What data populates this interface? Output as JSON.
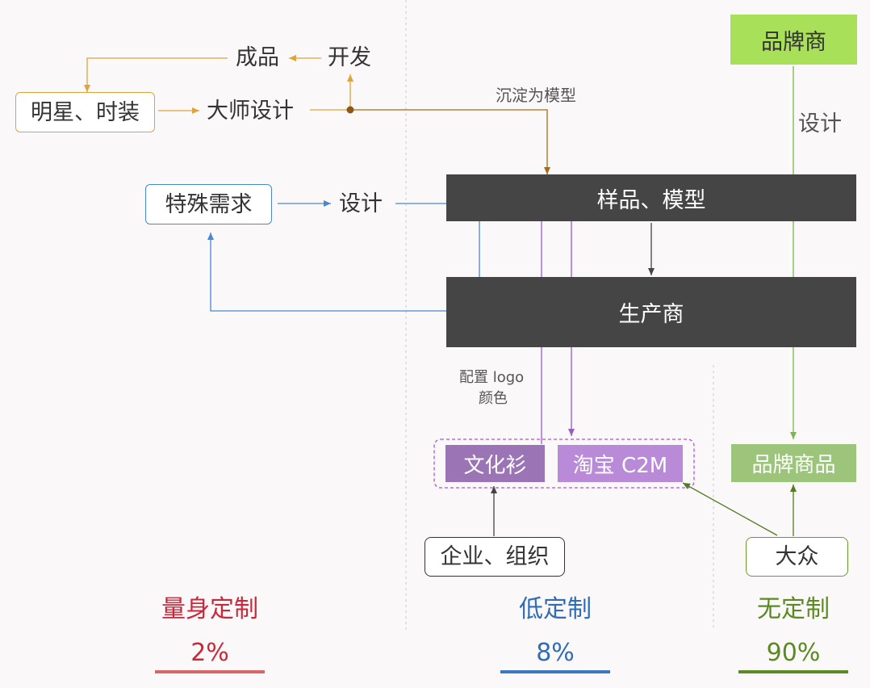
{
  "nodes": {
    "chengpin": "成品",
    "kaifa": "开发",
    "mingxing": "明星、时装",
    "dashi": "大师设计",
    "chendian": "沉淀为模型",
    "teshu": "特殊需求",
    "sheji_blue": "设计",
    "yangpin": "样品、模型",
    "shengchan": "生产商",
    "peizhi_line1": "配置 logo",
    "peizhi_line2": "颜色",
    "wenhuashan": "文化衫",
    "taobao": "淘宝 C2M",
    "qiye": "企业、组织",
    "pinpaishang": "品牌商",
    "sheji_green": "设计",
    "pinpaishangpin": "品牌商品",
    "dazhong": "大众"
  },
  "categories": [
    {
      "label": "量身定制",
      "percent": "2%",
      "color": "#c8283a",
      "bar_color": "#d9666a"
    },
    {
      "label": "低定制",
      "percent": "8%",
      "color": "#2f6db5",
      "bar_color": "#3a78c2"
    },
    {
      "label": "无定制",
      "percent": "90%",
      "color": "#5b8a22",
      "bar_color": "#5b8a22"
    }
  ],
  "colors": {
    "orange": "#e0a23c",
    "blue": "#4a87cf",
    "purple": "#9b59d0",
    "green": "#7ab648",
    "dark_bar": "#454545",
    "wenhuashan_fill": "#9b74b5",
    "taobao_fill": "#b98ad8",
    "brand_fill": "#a8e05a",
    "brand_goods_fill": "#9cc47a"
  }
}
